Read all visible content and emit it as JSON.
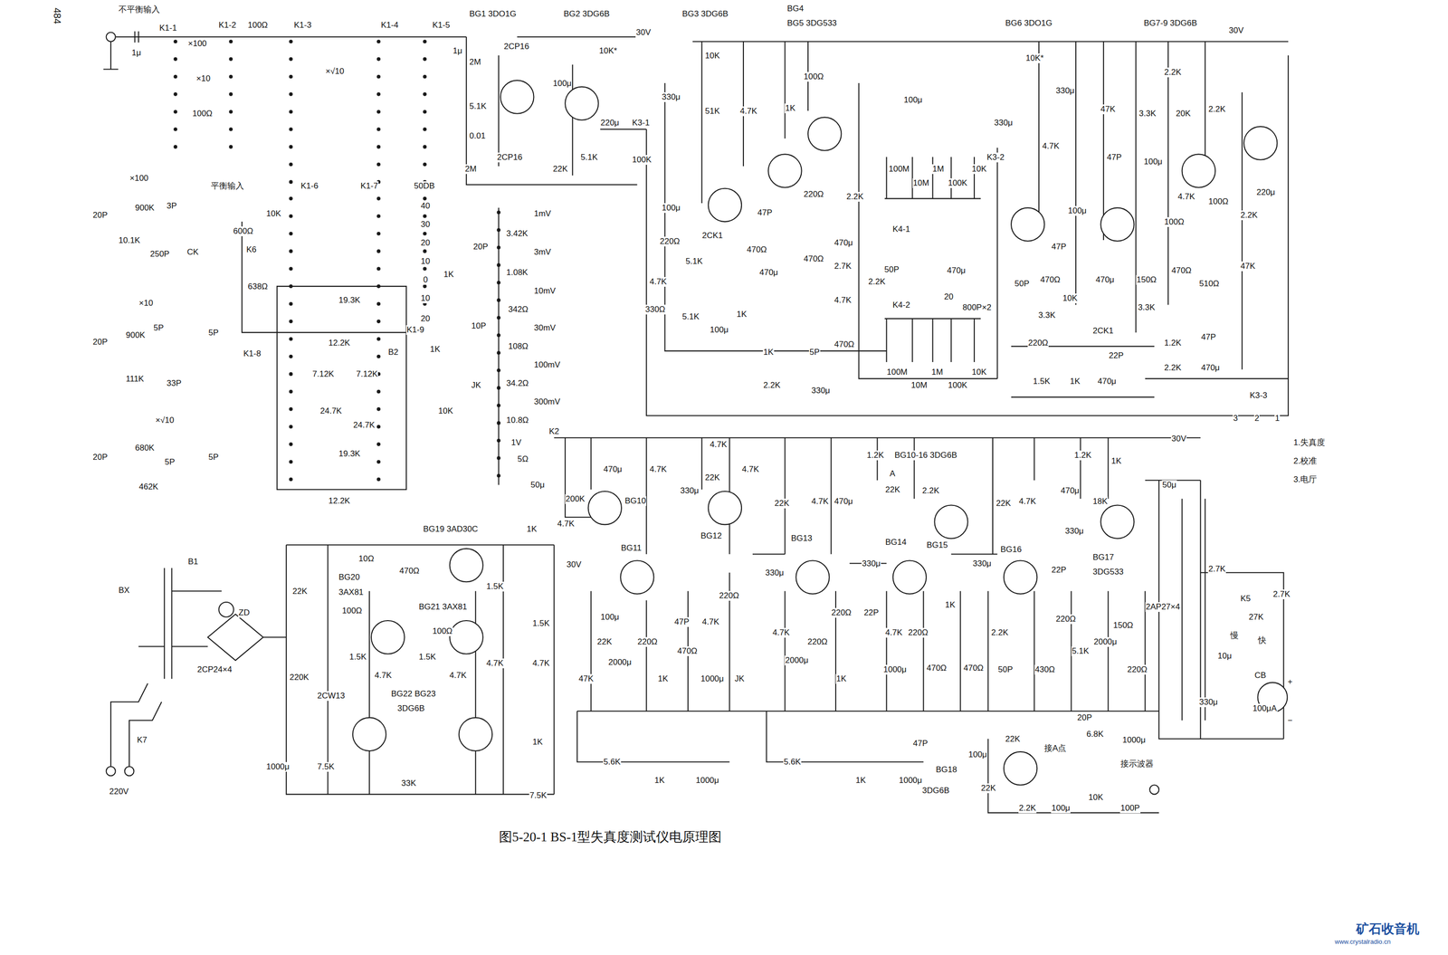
{
  "diagram": {
    "caption": "图5-20-1 BS-1型失真度测试仪电原理图",
    "labels": [
      "484",
      "不平衡输入",
      "K1-1",
      "1μ",
      "K1-2",
      "100Ω",
      "K1-3",
      "×100",
      "×10",
      "100Ω",
      "×√10",
      "K1-4",
      "K1-5",
      "1μ",
      "BG1 3DO1G",
      "BG2 3DG6B",
      "2M",
      "2CP16",
      "5.1K",
      "0.01",
      "2M",
      "2CP16",
      "100μ",
      "22K",
      "5.1K",
      "10K*",
      "30V",
      "220μ",
      "K3-1",
      "100K",
      "×100",
      "20P",
      "900K",
      "3P",
      "10.1K",
      "250P",
      "平衡输入",
      "K1-6",
      "K1-7",
      "50DB",
      "40",
      "30",
      "20",
      "10",
      "0",
      "10",
      "20",
      "600Ω",
      "10K",
      "CK",
      "K6",
      "638Ω",
      "1K",
      "19.3K",
      "K1-9",
      "K1-8",
      "12.2K",
      "7.12K",
      "7.12K",
      "24.7K",
      "24.7K",
      "19.3K",
      "12.2K",
      "B2",
      "1K",
      "JK",
      "10K",
      "×10",
      "20P",
      "900K",
      "5P",
      "5P",
      "111K",
      "33P",
      "×√10",
      "20P",
      "680K",
      "5P",
      "5P",
      "462K",
      "1mV",
      "20P",
      "3.42K",
      "3mV",
      "1.08K",
      "10mV",
      "10P",
      "342Ω",
      "30mV",
      "108Ω",
      "100mV",
      "34.2Ω",
      "300mV",
      "10.8Ω",
      "K2",
      "1V",
      "5Ω",
      "50μ",
      "BG3 3DG6B",
      "BG4",
      "BG5 3DG533",
      "BG6 3DO1G",
      "BG7-9 3DG6B",
      "30V",
      "10K",
      "100Ω",
      "330μ",
      "51K",
      "4.7K",
      "1K",
      "100μ",
      "100μ",
      "47P",
      "2CK1",
      "220Ω",
      "5.1K",
      "4.7K",
      "330Ω",
      "5.1K",
      "100μ",
      "1K",
      "470Ω",
      "470μ",
      "220Ω",
      "470Ω",
      "1K",
      "5P",
      "2.2K",
      "330μ",
      "2.2K",
      "470μ",
      "2.7K",
      "4.7K",
      "470Ω",
      "2.2K",
      "50P",
      "K4-1",
      "K4-2",
      "100M",
      "10M",
      "1M",
      "100K",
      "10K",
      "K3-2",
      "470μ",
      "20",
      "800P×2",
      "50P",
      "100M",
      "10M",
      "1M",
      "100K",
      "10K",
      "10K*",
      "330μ",
      "330μ",
      "4.7K",
      "47K",
      "3.3K",
      "20K",
      "2.2K",
      "2.2K",
      "47P",
      "100μ",
      "100μ",
      "47P",
      "470Ω",
      "10K",
      "3.3K",
      "470μ",
      "150Ω",
      "3.3K",
      "100Ω",
      "4.7K",
      "100Ω",
      "470Ω",
      "510Ω",
      "2.2K",
      "220μ",
      "47K",
      "2CK1",
      "220Ω",
      "22P",
      "1.5K",
      "1K",
      "470μ",
      "1.2K",
      "47P",
      "2.2K",
      "470μ",
      "K3-3",
      "3",
      "2",
      "1",
      "1.失真度",
      "2.校准",
      "3.电厅",
      "30V",
      "4.7K",
      "1.2K",
      "BG10-16 3DG6B",
      "1.2K",
      "1K",
      "50μ",
      "200K",
      "470μ",
      "4.7K",
      "330μ",
      "22K",
      "4.7K",
      "BG10",
      "4.7K",
      "BG11",
      "BG12",
      "100μ",
      "47P",
      "220Ω",
      "22K",
      "2000μ",
      "220Ω",
      "1K",
      "4.7K",
      "470Ω",
      "47K",
      "1000μ",
      "JK",
      "5.6K",
      "1K",
      "1000μ",
      "22K",
      "4.7K",
      "470μ",
      "22K",
      "A",
      "2.2K",
      "BG13",
      "330μ",
      "330μ",
      "BG14",
      "BG15",
      "4.7K",
      "2000μ",
      "220Ω",
      "220Ω",
      "22P",
      "1K",
      "4.7K",
      "1000μ",
      "220Ω",
      "470Ω",
      "330μ",
      "1K",
      "470Ω",
      "47P",
      "5.6K",
      "1K",
      "1000μ",
      "22K",
      "4.7K",
      "470μ",
      "18K",
      "BG16",
      "22P",
      "330μ",
      "BG17",
      "3DG533",
      "2.2K",
      "50P",
      "430Ω",
      "220Ω",
      "5.1K",
      "2000μ",
      "150Ω",
      "220Ω",
      "20P",
      "6.8K",
      "1000μ",
      "22K",
      "接A点",
      "100μ",
      "BG18",
      "3DG6B",
      "22K",
      "2.2K",
      "100μ",
      "10K",
      "100P",
      "接示波器",
      "2AP27×4",
      "2.7K",
      "K5",
      "2.7K",
      "27K",
      "慢",
      "快",
      "10μ",
      "330μ",
      "CB",
      "100μA",
      "+",
      "−",
      "BG19 3AD30C",
      "1K",
      "30V",
      "B1",
      "BX",
      "ZD",
      "2CP24×4",
      "K7",
      "220V",
      "22K",
      "10Ω",
      "470Ω",
      "BG20",
      "3AX81",
      "100Ω",
      "BG21 3AX81",
      "100Ω",
      "1.5K",
      "1.5K",
      "1.5K",
      "1.5K",
      "4.7K",
      "4.7K",
      "220K",
      "2CW13",
      "4.7K",
      "4.7K",
      "BG22 BG23",
      "3DG6B",
      "1000μ",
      "7.5K",
      "33K",
      "1K",
      "7.5K",
      "矿石收音机",
      "www.crystalradio.cn"
    ]
  }
}
